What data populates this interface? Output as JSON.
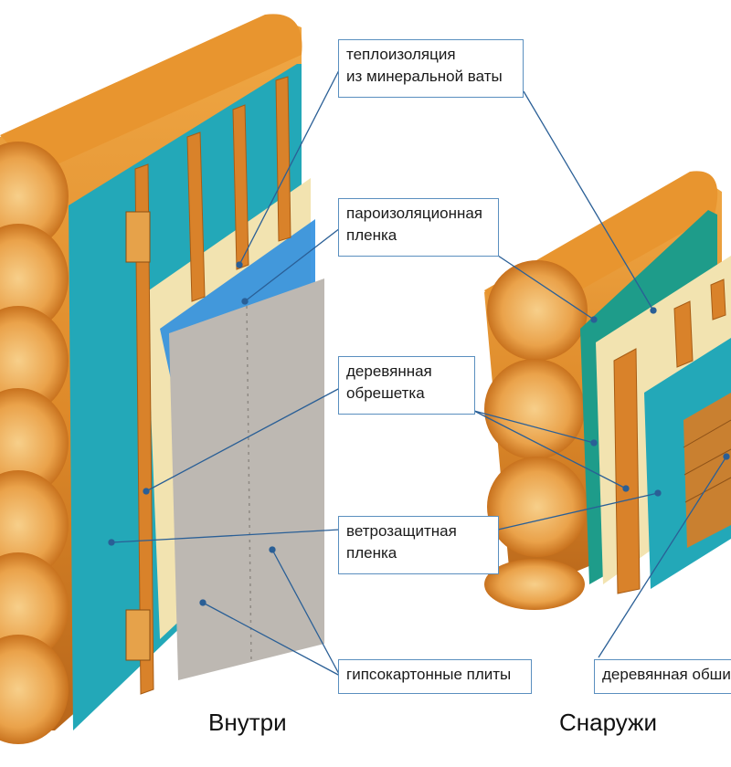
{
  "labels": {
    "insulation": "теплоизоляция\nиз минеральной ваты",
    "vapor_barrier": "пароизоляционная\nпленка",
    "wood_lathing": "деревянная\nобрешетка",
    "wind_barrier": "ветрозащитная\nпленка",
    "drywall": "гипсокартонные плиты",
    "wood_cladding": "деревянная обшивка",
    "inside": "Внутри",
    "outside": "Снаружи"
  },
  "colors": {
    "log": "#e0902e",
    "log_dark": "#b8661a",
    "log_end": "#f0b05a",
    "membrane_teal": "#23a8b8",
    "insulation": "#f2e3b0",
    "vapor_blue": "#2f8fe0",
    "drywall": "#bdb8b2",
    "batten": "#d9822a",
    "leader": "#2a5f96",
    "box_border": "#5a8fbf"
  }
}
